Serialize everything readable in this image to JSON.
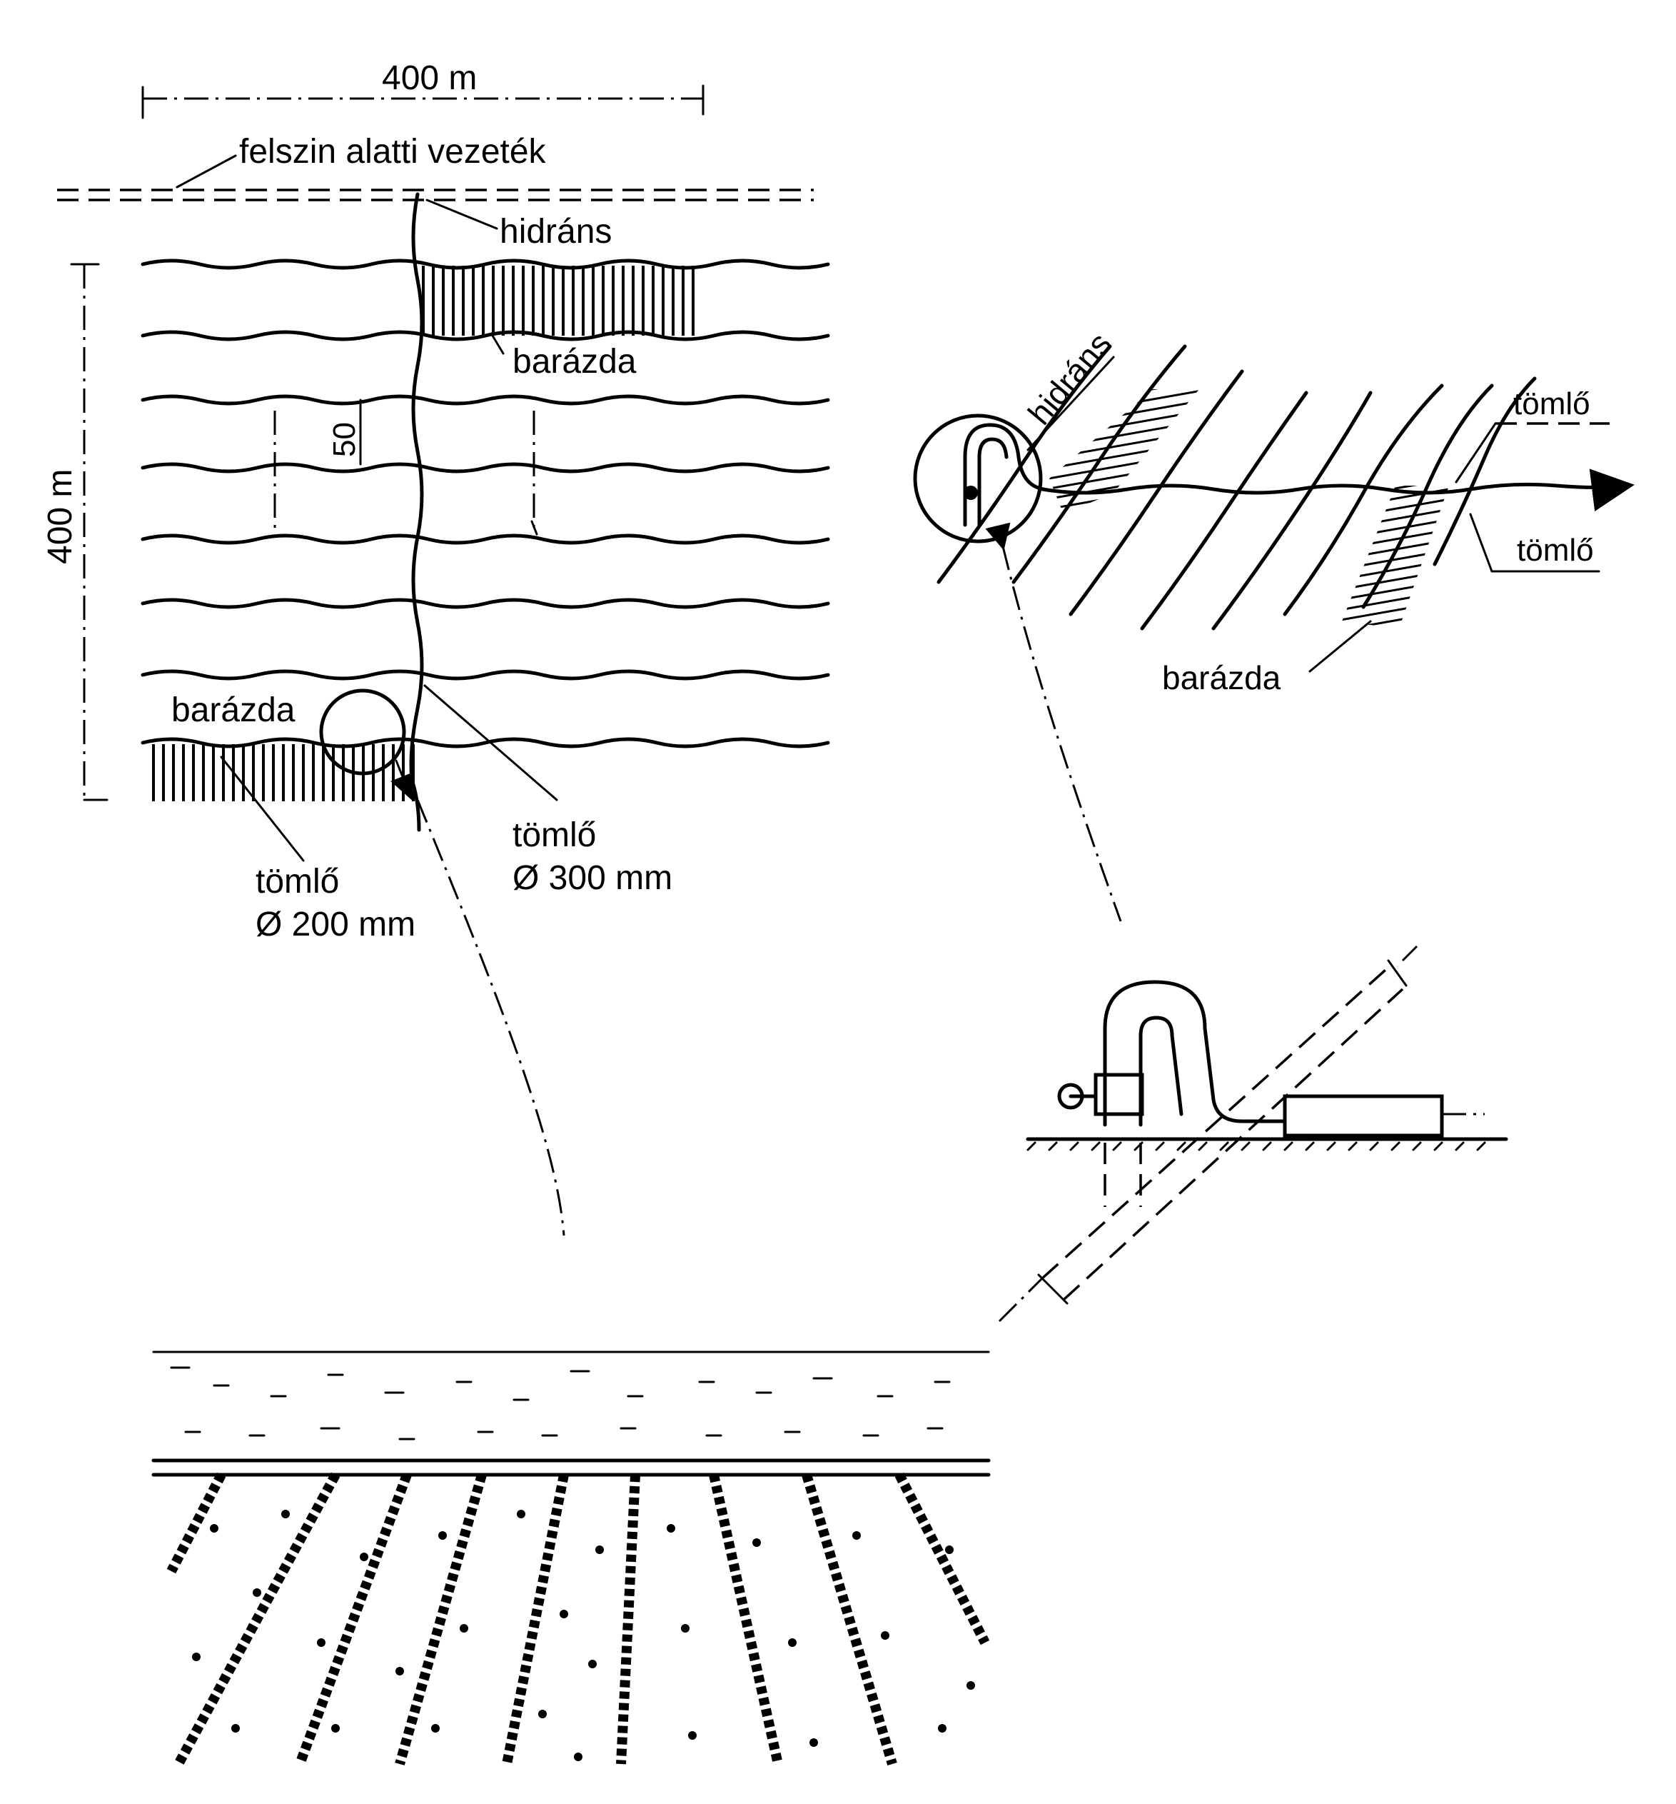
{
  "labels": {
    "top_width": "400 m",
    "side_height": "400 m",
    "underground_pipe": "felszin alatti vezeték",
    "hydrant_plan": "hidráns",
    "furrow_plan_top": "barázda",
    "spacing": "50",
    "furrow_plan_bottom": "barázda",
    "hose_300": "tömlő",
    "hose_300_diameter": "Ø 300 mm",
    "hose_200": "tömlő",
    "hose_200_diameter": "Ø 200 mm",
    "hydrant_detail": "hidráns",
    "hose_detail_1": "tömlő",
    "hose_detail_2": "tömlő",
    "furrow_detail": "barázda"
  },
  "colors": {
    "ink": "#000000",
    "paper": "#ffffff"
  }
}
